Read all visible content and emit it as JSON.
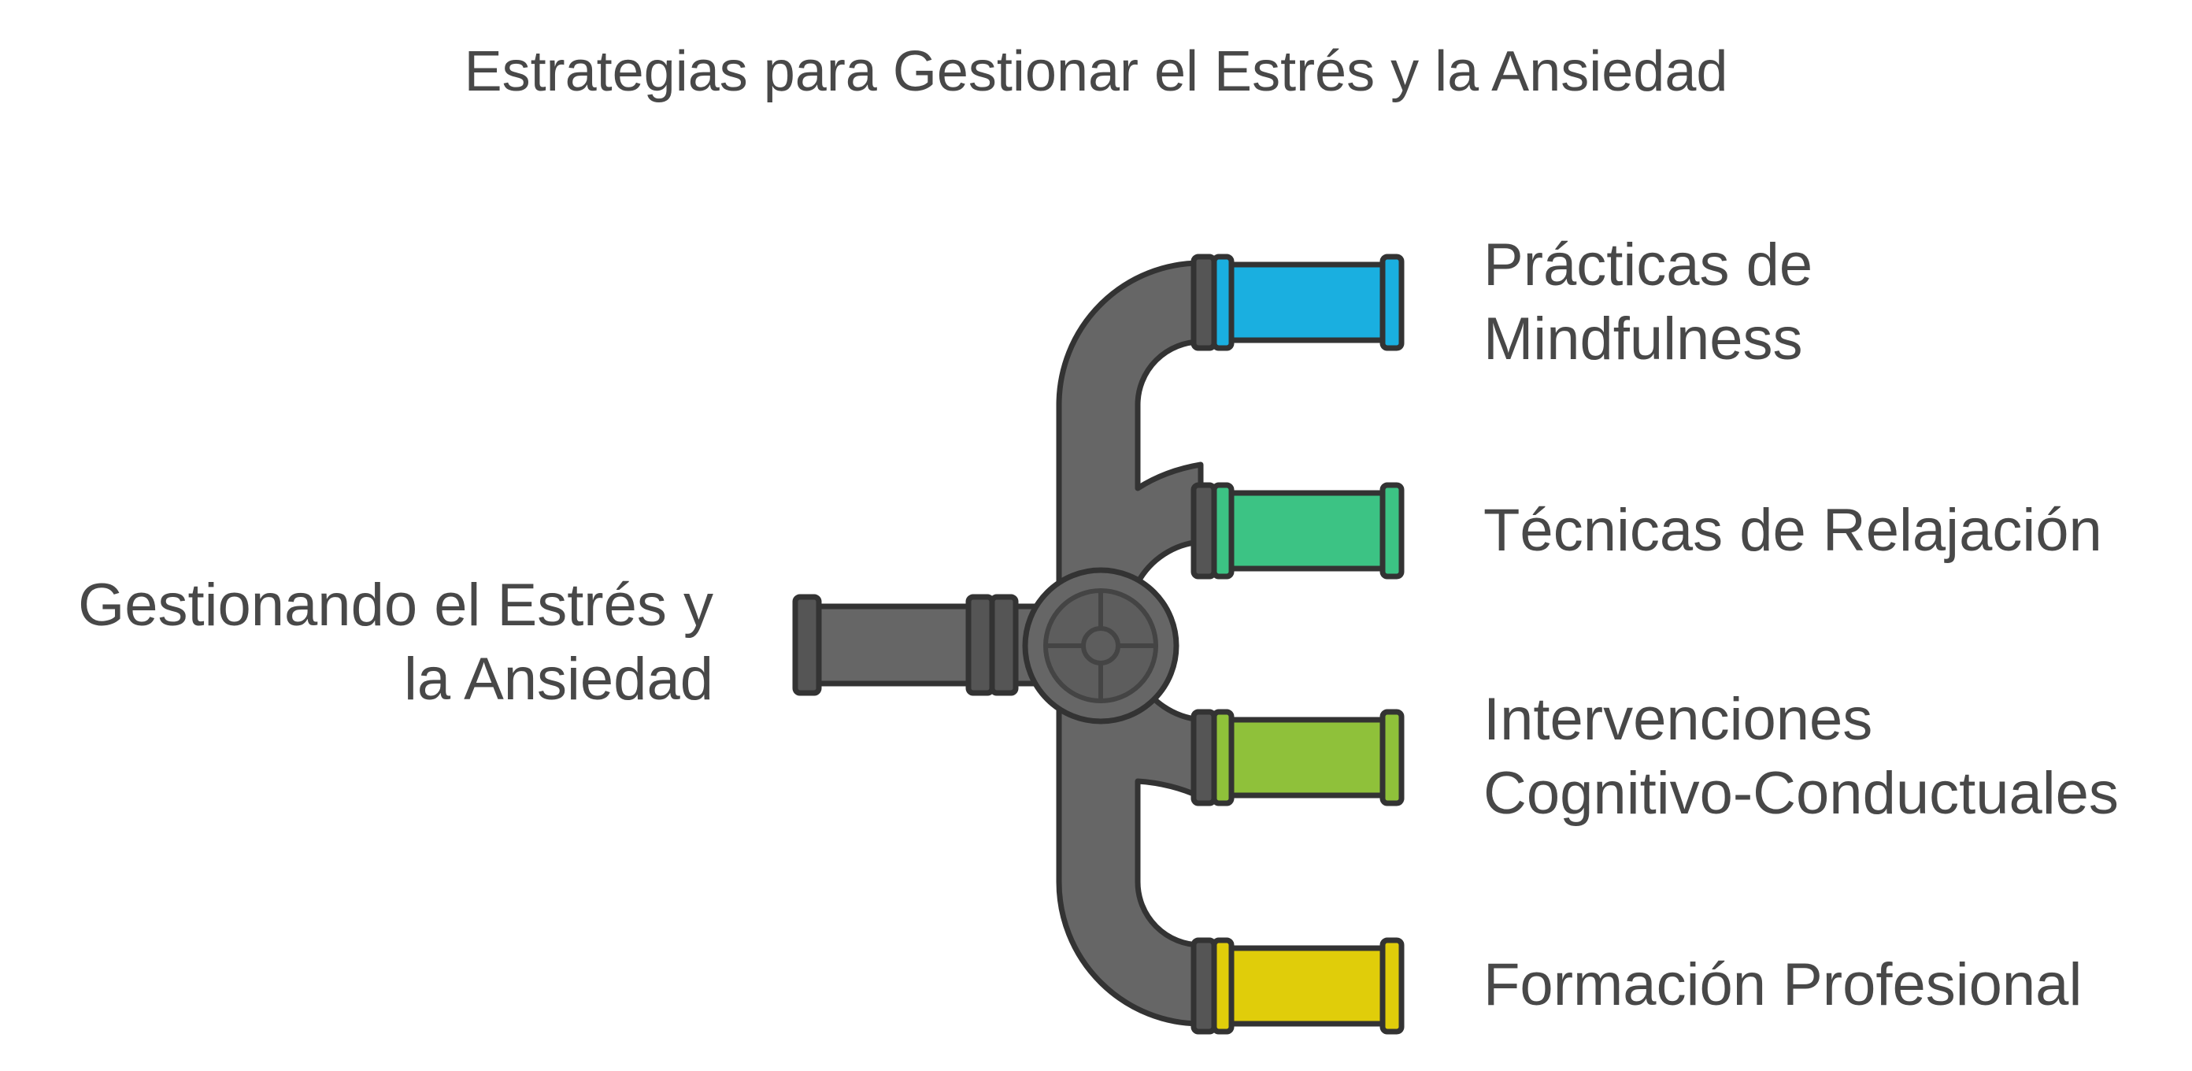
{
  "title": "Estrategias para Gestionar el Estrés y la Ansiedad",
  "source": {
    "lines": [
      "Gestionando el Estrés y",
      "la Ansiedad"
    ],
    "pipe_color": "#666666"
  },
  "branches": [
    {
      "lines": [
        "Prácticas de",
        "Mindfulness"
      ],
      "color": "#1aafe0"
    },
    {
      "lines": [
        "Técnicas de Relajación"
      ],
      "color": "#3cc384"
    },
    {
      "lines": [
        "Intervenciones",
        "Cognitivo-Conductuales"
      ],
      "color": "#8fc13a"
    },
    {
      "lines": [
        "Formación Profesional"
      ],
      "color": "#e0cd0a"
    }
  ],
  "colors": {
    "outline": "#333333",
    "text": "#484848",
    "flange": "#555555"
  }
}
